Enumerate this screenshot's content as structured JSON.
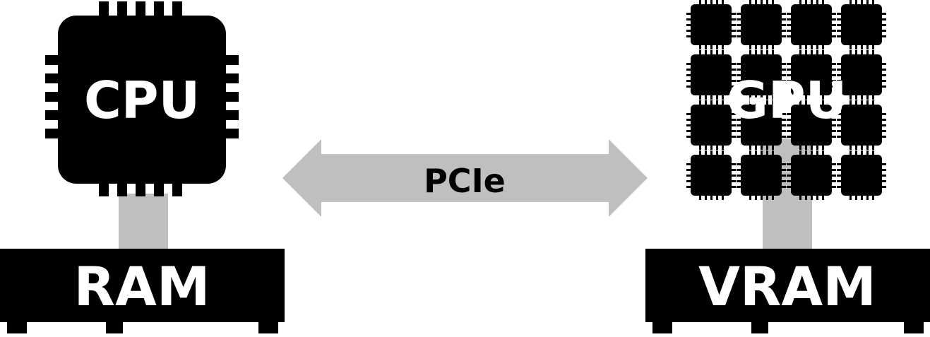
{
  "labels": {
    "cpu": "CPU",
    "gpu": "GPU",
    "ram": "RAM",
    "vram": "VRAM",
    "bus": "PCIe"
  },
  "colors": {
    "chip": "#000000",
    "connector": "#bfbfbf",
    "label_on_dark": "#ffffff",
    "label_on_light": "#000000",
    "background": "#ffffff"
  },
  "gpu_grid": {
    "rows": 4,
    "cols": 4
  }
}
